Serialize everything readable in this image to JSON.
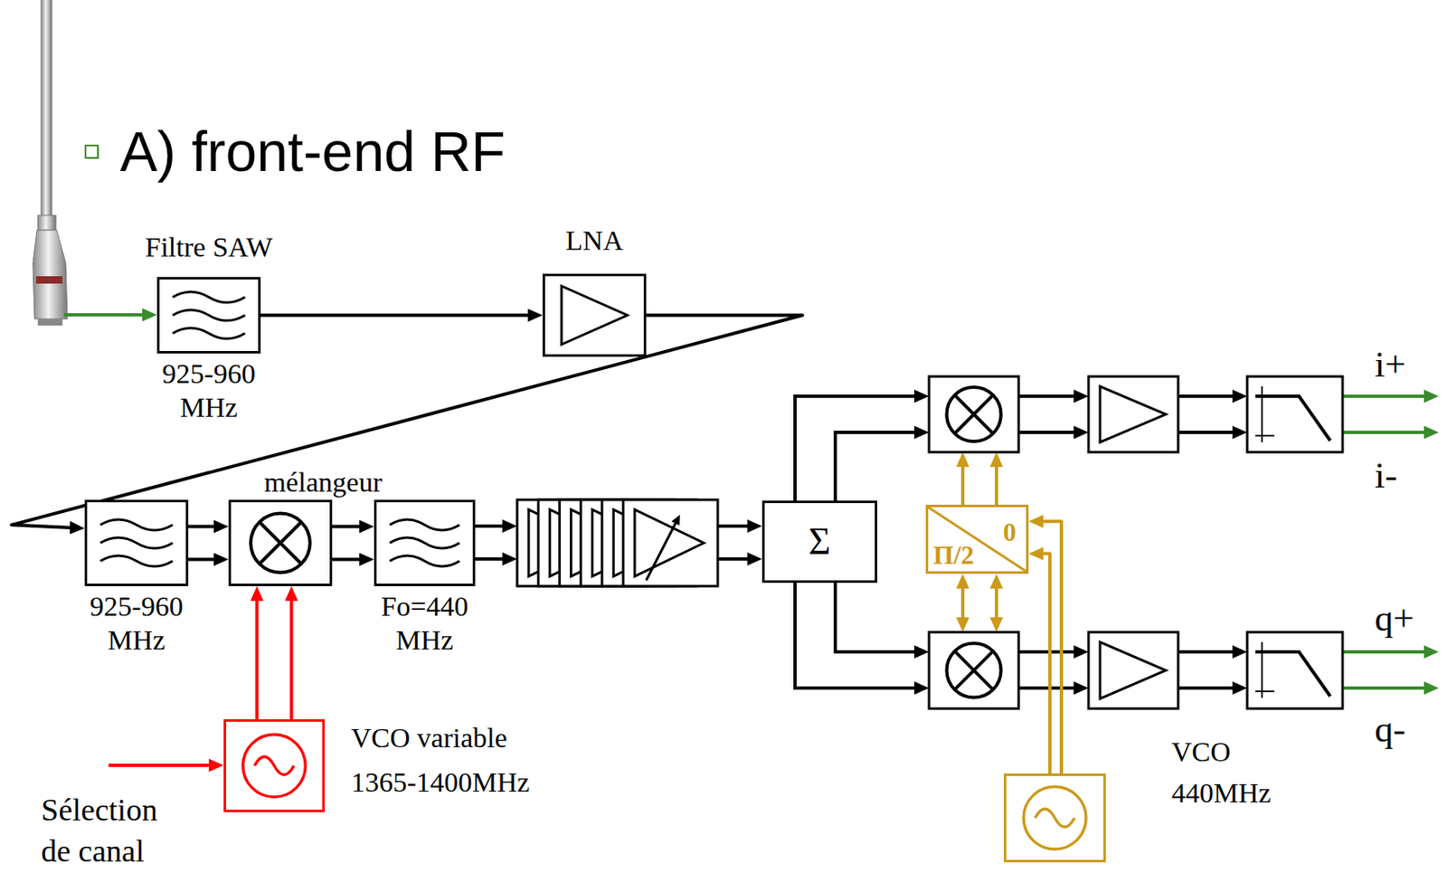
{
  "diagram": {
    "title": "A) front-end RF",
    "nodes": [
      {
        "text": [
          "Filtre SAW",
          "925-960 MHz"
        ]
      },
      {
        "text": [
          "LNA"
        ]
      },
      {
        "text": [
          "925-960 MHz"
        ]
      },
      {
        "text": [
          "mélangeur"
        ]
      },
      {
        "text": [
          "Fo=440 MHz"
        ]
      },
      {
        "text": [
          "Σ"
        ]
      },
      {
        "text": [
          "0",
          "Π/2"
        ]
      },
      {
        "text": [
          "VCO variable 1365-1400MHz"
        ]
      },
      {
        "text": [
          "VCO 440MHz"
        ]
      }
    ],
    "edges": [
      {
        "from": 0,
        "to": 1,
        "arrow": "to"
      },
      {
        "from": 1,
        "to": 2,
        "arrow": "to"
      },
      {
        "from": 2,
        "to": 3,
        "arrow": "to"
      },
      {
        "from": 3,
        "to": 4,
        "arrow": "to"
      },
      {
        "from": 7,
        "to": 3,
        "arrow": "to"
      },
      {
        "from": 8,
        "to": 6,
        "arrow": "to"
      }
    ],
    "labels": [
      "i+",
      "i-",
      "q+",
      "q-",
      "Sélection de canal"
    ]
  }
}
